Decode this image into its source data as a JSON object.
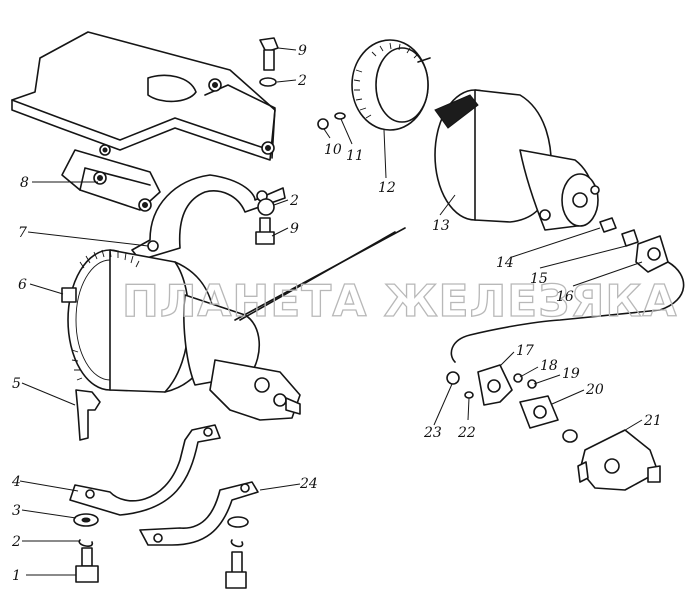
{
  "watermark": "ПЛАНЕТА ЖЕЛЕЗЯКА",
  "callouts": [
    "1",
    "2",
    "3",
    "4",
    "5",
    "6",
    "7",
    "8",
    "9",
    "2",
    "9",
    "10",
    "11",
    "12",
    "13",
    "14",
    "15",
    "16",
    "17",
    "18",
    "19",
    "20",
    "21",
    "22",
    "23",
    "24"
  ]
}
